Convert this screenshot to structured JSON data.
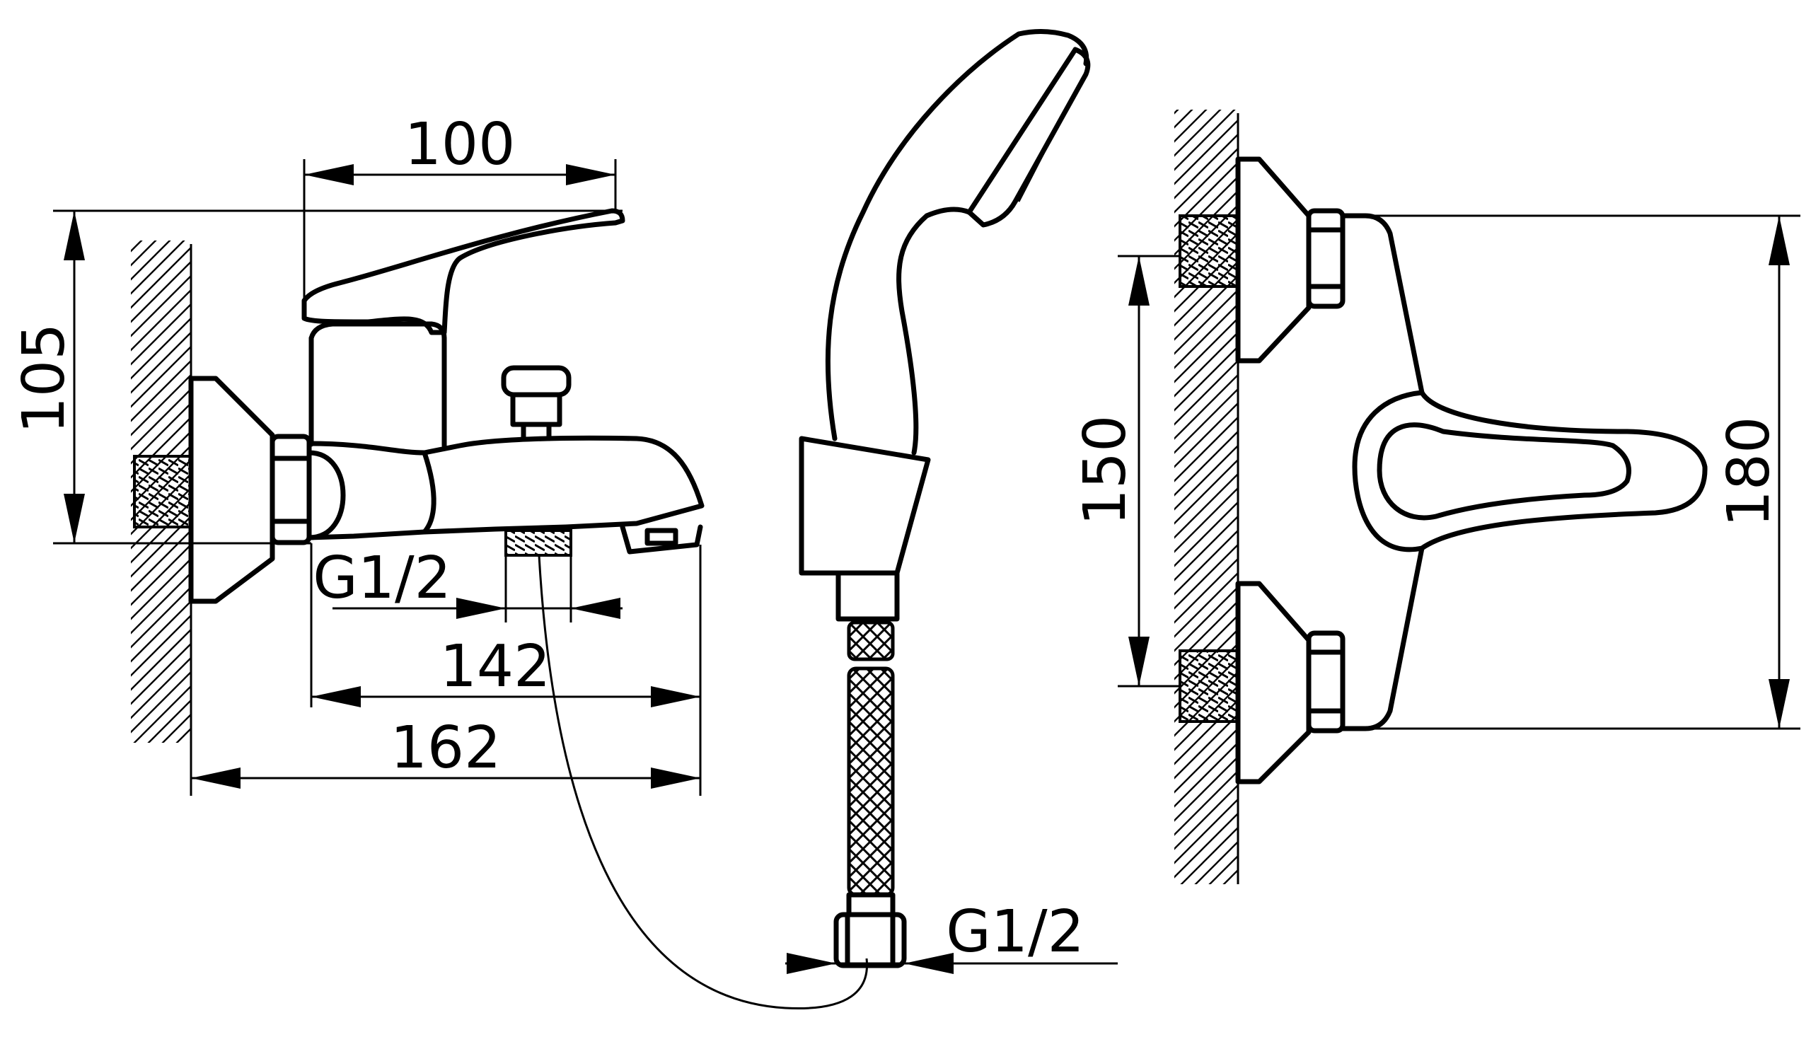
{
  "dimensions": {
    "side_width_top": "100",
    "side_height": "105",
    "outlet_thread": "G1/2",
    "spout_reach": "142",
    "total_depth": "162",
    "hose_thread": "G1/2",
    "front_spacing": "150",
    "front_height": "180"
  }
}
